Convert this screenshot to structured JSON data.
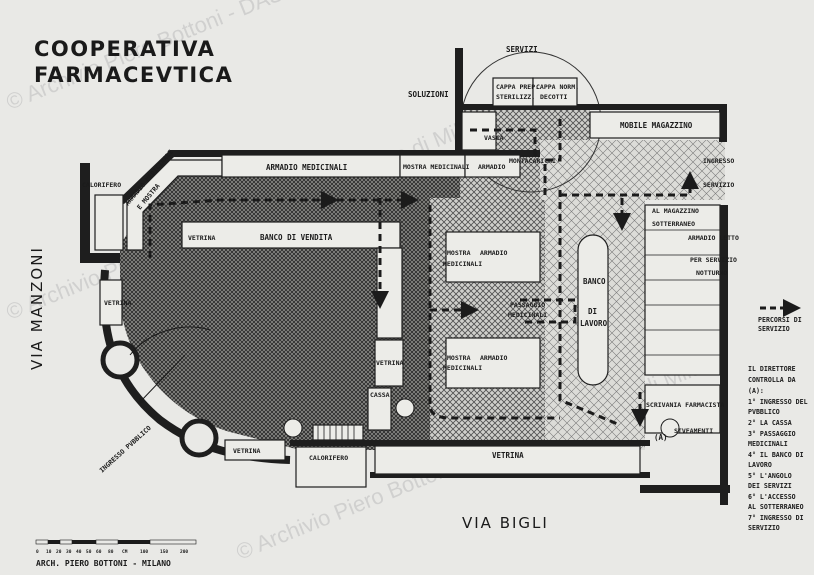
{
  "title": {
    "line1": "COOPERATIVA",
    "line2": "FARMACEVTICA"
  },
  "streets": {
    "left": "VIA MANZONI",
    "bottom": "VIA BIGLI"
  },
  "author": "ARCH. PIERO BOTTONI - MILANO",
  "watermark": "© Archivio Piero Bottoni - DAStU Politecnico di Milano",
  "labels": {
    "servizi": "SERVIZI",
    "soluzioni": "SOLUZIONI",
    "cappa_prep_1": "CAPPA PREP.",
    "cappa_prep_2": "STERILIZZ.",
    "cappa_norm_1": "CAPPA NORM.",
    "cappa_norm_2": "DECOTTI",
    "vasca": "VASCA",
    "montacarichi": "MONTACARICHI",
    "mobile_magazzino": "MOBILE  MAGAZZINO",
    "ingresso_servizio_1": "INGRESSO",
    "ingresso_servizio_2": "SERVIZIO",
    "calorifero_top": "CALORIFERO",
    "armadio_medicinali_mostra_1": "ARMADIO MEDICINALI",
    "armadio_medicinali_mostra_2": "E MOSTRA",
    "armadio_medicinali": "ARMADIO  MEDICINALI",
    "mostra_medicinali_top": "MOSTRA MEDICINALI",
    "armadio_top": "ARMADIO",
    "vetrina_counter": "VETRINA",
    "banco_vendita": "BANCO  DI  VENDITA",
    "mostra_medicinali_1_a": "MOSTRA",
    "mostra_medicinali_1_b": "MEDICINALI",
    "armadio_1": "ARMADIO",
    "mostra_medicinali_2_a": "MOSTRA",
    "mostra_medicinali_2_b": "MEDICINALI",
    "armadio_2": "ARMADIO",
    "passaggio_1": "PASSAGGIO",
    "passaggio_2": "MEDICINALI",
    "banco_lavoro_1": "BANCO",
    "banco_lavoro_2": "DI",
    "banco_lavoro_3": "LAVORO",
    "al_magazzino_1": "AL MAGAZZINO",
    "al_magazzino_2": "SOTTERRANEO",
    "armadio_letto_1": "ARMADIO LETTO",
    "armadio_letto_2": "PER SERVIZIO",
    "armadio_letto_3": "NOTTURNO",
    "vetrina_left": "VETRINA",
    "vetrina_inner": "VETRINA",
    "cassa": "CASSA",
    "ingresso_pubblico": "INGRESSO PVBBLICO",
    "vetrina_bottom_left": "VETRINA",
    "calorifero_bottom": "CALORIFERO",
    "vetrina_bottom": "VETRINA",
    "scrivania": "SCRIVANIA  FARMACISTA",
    "marker_a": "(A)",
    "stvfamenti": "STVFAMENTI"
  },
  "legend": {
    "percorsi_1": "PERCORSI DI",
    "percorsi_2": "SERVIZIO",
    "note": [
      "IL DIRETTORE",
      "CONTROLLA DA",
      "(A):",
      "1° INGRESSO DEL",
      "PVBBLICO",
      "2° LA CASSA",
      "3° PASSAGGIO",
      "MEDICINALI",
      "4° IL BANCO DI",
      "LAVORO",
      "5° L'ANGOLO",
      "DEI SERVIZI",
      "6° L'ACCESSO",
      "AL SOTTERRANEO",
      "7° INGRESSO DI",
      "SERVIZIO"
    ]
  },
  "scale": {
    "ticks": [
      "0",
      "10",
      "20",
      "30",
      "40",
      "50",
      "60",
      "80",
      "100",
      "150",
      "200"
    ],
    "unit": "CM"
  }
}
